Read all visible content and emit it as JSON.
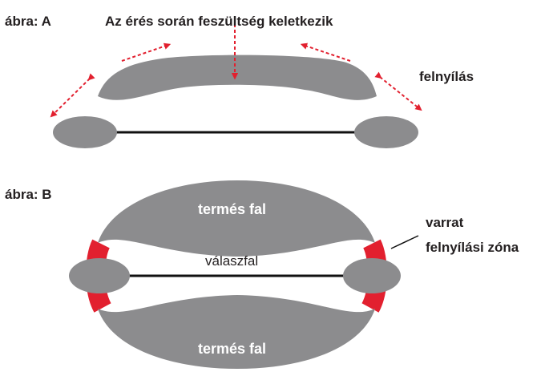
{
  "colors": {
    "body": "#8c8c8e",
    "seam": "#e2202f",
    "arrow": "#e2202f",
    "line": "#111111",
    "text": "#231f20",
    "text_light": "#ffffff"
  },
  "figure_a": {
    "label": "ábra: A",
    "stress_caption": "Az érés során feszültség keletkezik",
    "opening_label": "felnyílás"
  },
  "figure_b": {
    "label": "ábra: B",
    "upper_wall": "termés fal",
    "lower_wall": "termés fal",
    "septum": "válaszfal",
    "seam_label": "varrat",
    "dehiscence_zone": "felnyílási zóna"
  }
}
